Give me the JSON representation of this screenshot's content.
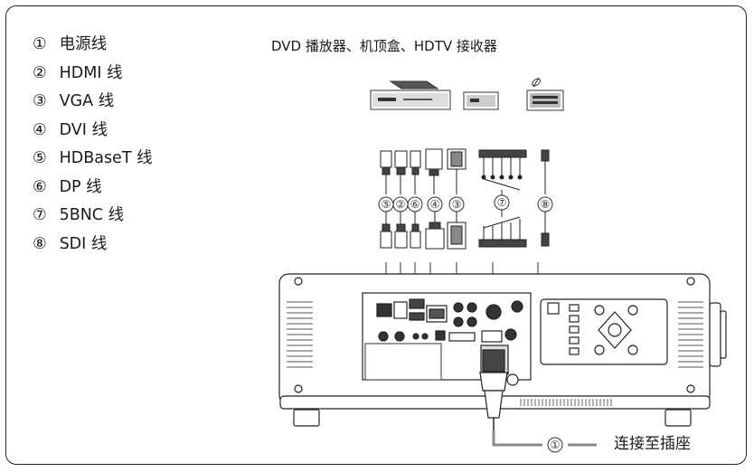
{
  "legend": [
    {
      "num": "①",
      "label": "电源线"
    },
    {
      "num": "②",
      "label": "HDMI 线"
    },
    {
      "num": "③",
      "label": "VGA 线"
    },
    {
      "num": "④",
      "label": "DVI 线"
    },
    {
      "num": "⑤",
      "label": "HDBaseT 线"
    },
    {
      "num": "⑥",
      "label": "DP 线"
    },
    {
      "num": "⑦",
      "label": "5BNC 线"
    },
    {
      "num": "⑧",
      "label": "SDI 线"
    }
  ],
  "devices_title": "DVD 播放器、机顶盒、HDTV 接收器",
  "cable_callouts": [
    "⑤",
    "②",
    "⑥",
    "④",
    "③",
    "⑦",
    "⑧"
  ],
  "power_callout": "①",
  "outlet_label": "连接至插座",
  "colors": {
    "line": "#1a1a1a",
    "gray": "#8a8a8a",
    "dark": "#333333"
  }
}
